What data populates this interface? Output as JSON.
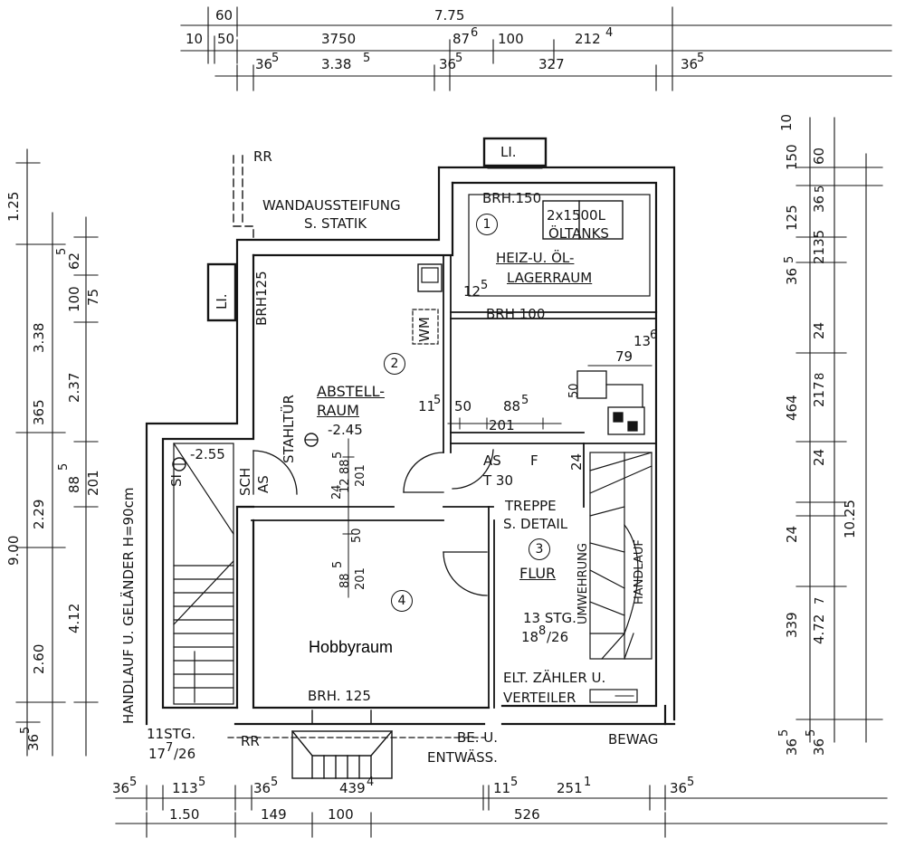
{
  "dims_top": {
    "r1": [
      "60",
      "7.75"
    ],
    "r2": [
      "10",
      "50",
      "3750",
      "87",
      "6",
      "100",
      "212",
      "4"
    ],
    "r3": [
      "36",
      "5",
      "3.38",
      "5",
      "36",
      "5",
      "327",
      "36",
      "5"
    ]
  },
  "dims_bottom": {
    "r1": [
      "36",
      "5",
      "113",
      "5",
      "36",
      "5",
      "439",
      "4",
      "11",
      "5",
      "251",
      "1",
      "36",
      "5"
    ],
    "r2": [
      "1.50",
      "149",
      "100",
      "526"
    ]
  },
  "dims_left": [
    "1.25",
    "3.38",
    "365",
    "2.29",
    "9.00",
    "2.60",
    "36",
    "5",
    "62",
    "5",
    "100",
    "75",
    "2.37",
    "88",
    "5",
    "201",
    "4.12"
  ],
  "dims_right": [
    "10",
    "150",
    "60",
    "125",
    "36",
    "5",
    "36",
    "5",
    "2135",
    "24",
    "464",
    "217",
    "8",
    "24",
    "10.25",
    "24",
    "339",
    "4.72",
    "7",
    "36",
    "5",
    "36",
    "5"
  ],
  "labels": {
    "rr_top": "RR",
    "wandaussteifung_1": "WANDAUSSTEIFUNG",
    "wandaussteifung_2": "S. STATIK",
    "li_top": "LI.",
    "li_left": "LI.",
    "brh125_v": "BRH125",
    "brh150": "BRH.150",
    "tanks_1": "2x1500L",
    "tanks_2": "ÖLTANKS",
    "heiz_1": "HEIZ-U. ÖL-",
    "heiz_2": "LAGERRAUM",
    "dim_125": "12",
    "dim_125_sup": "5",
    "brh100": "BRH 100",
    "wm": "WM",
    "d13": "13",
    "d13_sup": "6",
    "d79": "79",
    "d50v": "50",
    "abstell_1": "ABSTELL-",
    "abstell_2": "RAUM",
    "level_245": "-2.45",
    "stahltuer": "STAHLTÜR",
    "d11": "11",
    "d11_sup": "5",
    "d50": "50",
    "d88": "88",
    "d88_sup": "5",
    "d201": "201",
    "d24v": "24",
    "level_255": "-2.55",
    "si": "SI",
    "sch_as_1": "SCH",
    "sch_as_2": "AS",
    "as_t30_1": "AS",
    "as_t30_f": "F",
    "as_t30_2": "T 30",
    "inner_v1": "24",
    "inner_v2": "12",
    "inner_v3": "88",
    "inner_v4": "5",
    "inner_v5": "201",
    "inner_v6": "50",
    "inner_v7": "88",
    "inner_v8": "5",
    "inner_v9": "201",
    "treppe_1": "TREPPE",
    "treppe_2": "S. DETAIL",
    "umwehrung": "UMWEHRUNG",
    "handlauf": "HANDLAUF",
    "flur": "FLUR",
    "stg_right_1": "13 STG.",
    "stg_right_2": "18",
    "stg_right_2_sup": "8",
    "stg_right_2_end": "/26",
    "hobbyraum": "Hobbyraum",
    "brh125_bottom": "BRH. 125",
    "elt_1": "ELT. ZÄHLER U.",
    "elt_2": "VERTEILER",
    "handlauf_gel": "HANDLAUF U. GELÄNDER H=90cm",
    "stg_left_1": "11STG.",
    "stg_left_2": "17",
    "stg_left_2_sup": "7",
    "stg_left_2_end": "/26",
    "rr_bottom": "RR",
    "be_1": "BE. U.",
    "be_2": "ENTWÄSS.",
    "bewag": "BEWAG",
    "room_nums": [
      "1",
      "2",
      "3",
      "4"
    ]
  }
}
